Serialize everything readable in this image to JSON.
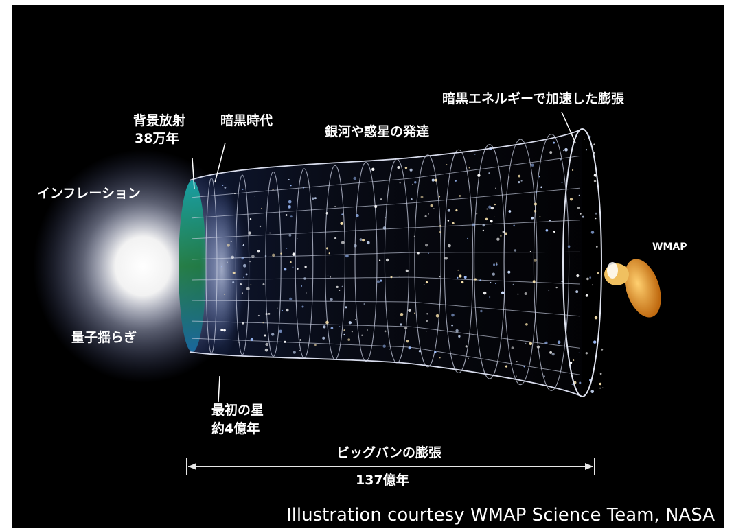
{
  "labels": {
    "cmb": "背景放射",
    "cmb_age": "38万年",
    "dark_ages": "暗黒時代",
    "galaxies": "銀河や惑星の発達",
    "dark_energy": "暗黒エネルギーで加速した膨張",
    "inflation": "インフレーション",
    "quantum": "量子揺らぎ",
    "first_stars": "最初の星",
    "first_stars_age": "約4億年",
    "wmap": "WMAP",
    "expansion": "ビッグバンの膨張",
    "total_age": "137億年"
  },
  "credit": "Illustration courtesy WMAP Science Team, NASA"
}
